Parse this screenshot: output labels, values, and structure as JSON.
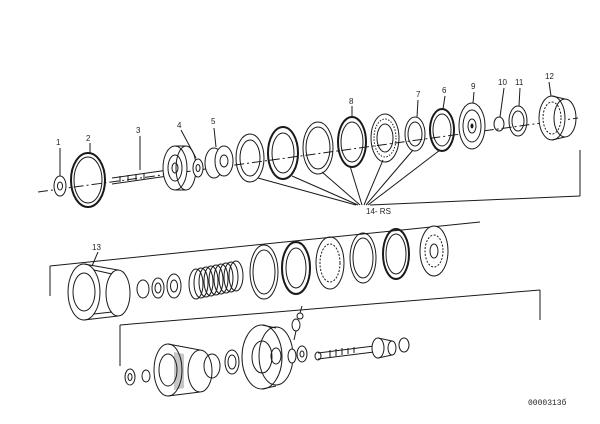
{
  "diagram": {
    "callouts": [
      "1",
      "2",
      "3",
      "4",
      "5",
      "8",
      "7",
      "6",
      "9",
      "10",
      "11",
      "12",
      "13"
    ],
    "group_label": "14- RS",
    "reference_code": "0000313б"
  },
  "colors": {
    "ink": "#1a1a1a",
    "background": "#ffffff"
  }
}
